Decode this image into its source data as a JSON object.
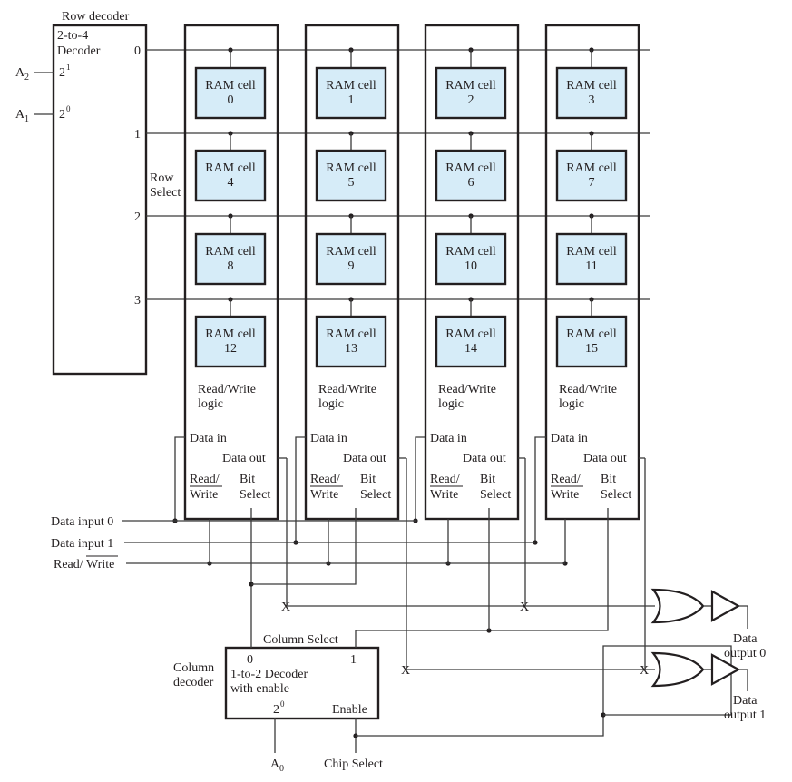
{
  "figure": {
    "row_decoder": {
      "title": "Row decoder",
      "type_line1": "2-to-4",
      "type_line2": "Decoder",
      "inputs": [
        {
          "signal": "A",
          "sub": "2",
          "weight_base": "2",
          "weight_exp": "1"
        },
        {
          "signal": "A",
          "sub": "1",
          "weight_base": "2",
          "weight_exp": "0"
        }
      ],
      "outputs": [
        "0",
        "1",
        "2",
        "3"
      ]
    },
    "row_select_label_1": "Row",
    "row_select_label_2": "Select",
    "columns": [
      {
        "cells": [
          "0",
          "4",
          "8",
          "12"
        ]
      },
      {
        "cells": [
          "1",
          "5",
          "9",
          "13"
        ]
      },
      {
        "cells": [
          "2",
          "6",
          "10",
          "14"
        ]
      },
      {
        "cells": [
          "3",
          "7",
          "11",
          "15"
        ]
      }
    ],
    "cell_label": "RAM cell",
    "rw_logic_1": "Read/Write",
    "rw_logic_2": "logic",
    "data_in": "Data in",
    "data_out": "Data out",
    "read_label": "Read/",
    "write_label": "Write",
    "bit_label": "Bit",
    "select_label": "Select",
    "bus": {
      "data_input_0": "Data input 0",
      "data_input_1": "Data input 1",
      "read_write_a": "Read/",
      "read_write_b": "Write"
    },
    "column_decoder": {
      "label_1": "Column",
      "label_2": "decoder",
      "type_line1": "1-to-2 Decoder",
      "type_line2": "with enable",
      "out0": "0",
      "out1": "1",
      "weight_base": "2",
      "weight_exp": "0",
      "enable": "Enable",
      "column_select": "Column Select",
      "addr_signal": "A",
      "addr_sub": "0",
      "chip_select": "Chip Select"
    },
    "cross_mark": "X",
    "outputs": [
      {
        "line1": "Data",
        "line2": "output 0"
      },
      {
        "line1": "Data",
        "line2": "output 1"
      }
    ]
  }
}
